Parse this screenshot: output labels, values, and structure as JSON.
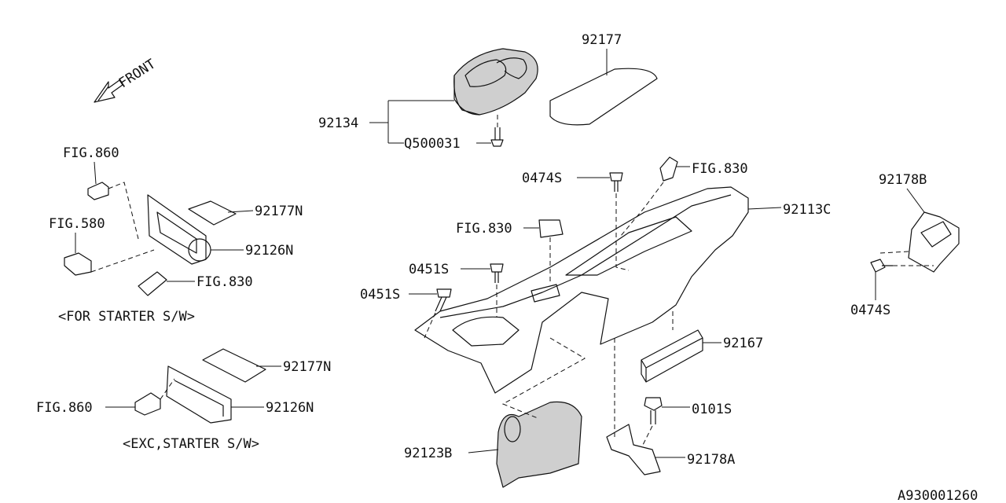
{
  "diagram": {
    "front_label": "FRONT",
    "labels": {
      "p92177": "92177",
      "p92134": "92134",
      "q500031": "Q500031",
      "fig860_a": "FIG.860",
      "fig580": "FIG.580",
      "p92177n_a": "92177N",
      "p92126n_a": "92126N",
      "fig830_a": "FIG.830",
      "note_starter": "<FOR STARTER S/W>",
      "p92177n_b": "92177N",
      "fig860_b": "FIG.860",
      "p92126n_b": "92126N",
      "note_exc": "<EXC,STARTER S/W>",
      "s0474_a": "0474S",
      "fig830_b": "FIG.830",
      "p92113c": "92113C",
      "fig830_c": "FIG.830",
      "s0451_a": "0451S",
      "s0451_b": "0451S",
      "p92167": "92167",
      "s0101": "0101S",
      "p92123b": "92123B",
      "p92178a": "92178A",
      "p92178b": "92178B",
      "s0474_b": "0474S",
      "ref_code": "A930001260"
    }
  }
}
